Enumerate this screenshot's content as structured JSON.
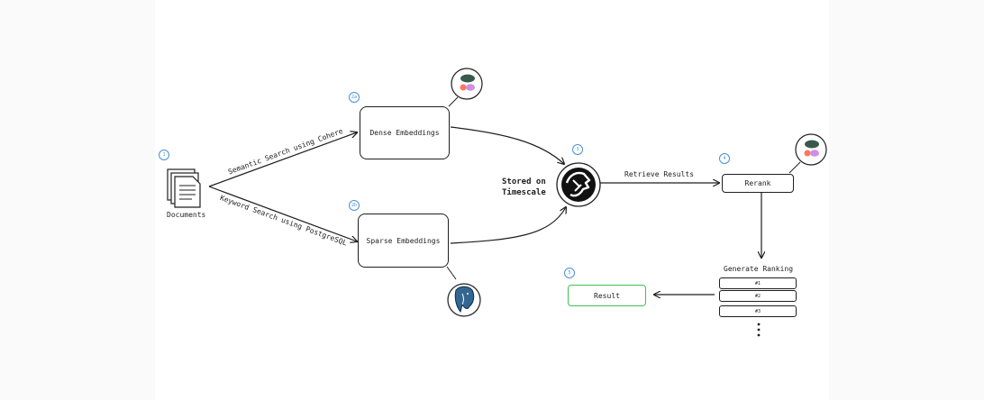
{
  "steps": {
    "documents": "1",
    "dense": "2a",
    "sparse": "2b",
    "stored": "3",
    "rerank": "4",
    "result": "5"
  },
  "nodes": {
    "documents_label": "Documents",
    "dense_embeddings": "Dense Embeddings",
    "sparse_embeddings": "Sparse Embeddings",
    "stored_on": "Stored on",
    "timescale": "Timescale",
    "rerank": "Rerank",
    "generate_ranking": "Generate Ranking",
    "result": "Result"
  },
  "edges": {
    "semantic_search": "Semantic Search using Cohere",
    "keyword_search": "Keyword Search using PostgreSQL",
    "retrieve_results": "Retrieve Results"
  },
  "ranking_items": [
    "#1",
    "#2",
    "#3"
  ],
  "icons": {
    "cohere_logo": "cohere-logo-icon",
    "postgres_logo": "postgresql-elephant-icon",
    "timescale_logo": "timescale-tiger-icon",
    "documents": "documents-stack-icon"
  },
  "colors": {
    "stroke": "#1e1e1e",
    "step_badge": "#4a90d9",
    "result_border": "#40c057",
    "cohere_green": "#39594d",
    "cohere_coral": "#ff7759",
    "cohere_purple": "#d18ee2",
    "postgres_blue": "#336791"
  }
}
